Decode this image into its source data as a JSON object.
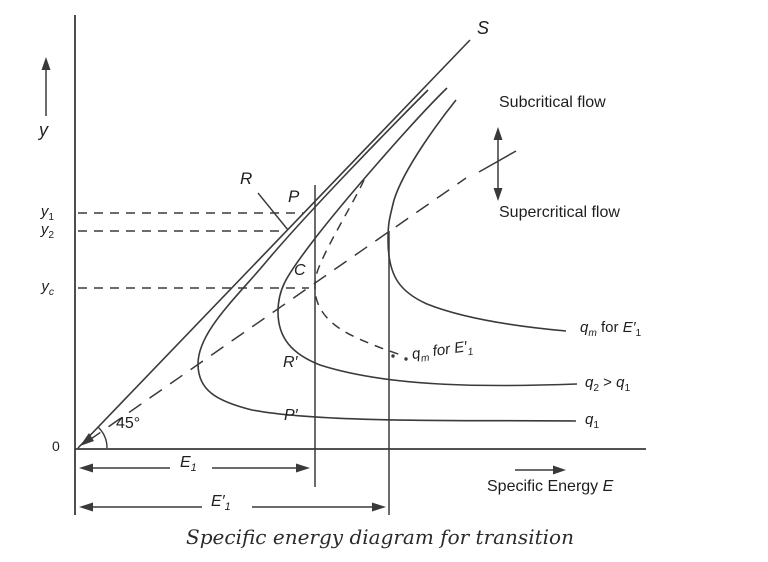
{
  "figure": {
    "caption": "Specific energy diagram for transition",
    "axis": {
      "y_label": "y",
      "x_label_text": "Specific Energy ",
      "x_label_var": "E",
      "origin": "0",
      "angle": "45°"
    },
    "depths": {
      "y1": {
        "base": "y",
        "sub": "1"
      },
      "y2": {
        "base": "y",
        "sub": "2"
      },
      "yc": {
        "base": "y",
        "sub": "c"
      }
    },
    "energies": {
      "E1": {
        "base": "E",
        "sub": "1"
      },
      "E1_prime": {
        "base": "E′",
        "sub": "1"
      }
    },
    "points": {
      "s": "S",
      "r": "R",
      "p": "P",
      "c": "C",
      "r_prime": "R′",
      "p_prime": "P′"
    },
    "regions": {
      "subcritical": "Subcritical flow",
      "supercritical": "Supercritical flow"
    },
    "curve_labels": {
      "qm_right": {
        "q_base": "q",
        "q_sub": "m",
        "mid": " for ",
        "e_base": "E′",
        "e_sub": "1"
      },
      "qm_mid": {
        "q_base": "q",
        "q_sub": "m",
        "mid": " for ",
        "e_base": "E′",
        "e_sub": "1"
      },
      "q2_gt_q1": {
        "a_base": "q",
        "a_sub": "2",
        "op": " > ",
        "b_base": "q",
        "b_sub": "1"
      },
      "q1": {
        "base": "q",
        "sub": "1"
      }
    },
    "colors": {
      "stroke": "#3a3a3a",
      "text": "#1e1e1e",
      "background": "#ffffff"
    }
  }
}
